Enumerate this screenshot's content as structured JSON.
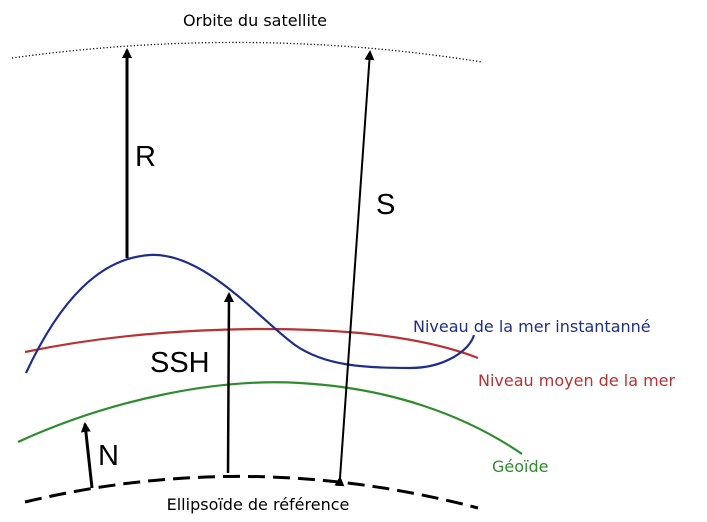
{
  "labels": {
    "orbit": "Orbite du satellite",
    "ellipsoid": "Ellipsoïde de référence",
    "r": "R",
    "s": "S",
    "ssh": "SSH",
    "n": "N",
    "instant_sea": "Niveau de la mer instantanné",
    "mean_sea": "Niveau moyen de la mer",
    "geoid": "Géoïde"
  },
  "colors": {
    "instant_sea": "#1f2e8c",
    "mean_sea": "#b83232",
    "geoid": "#2e8c2e",
    "lines": "#000000"
  }
}
